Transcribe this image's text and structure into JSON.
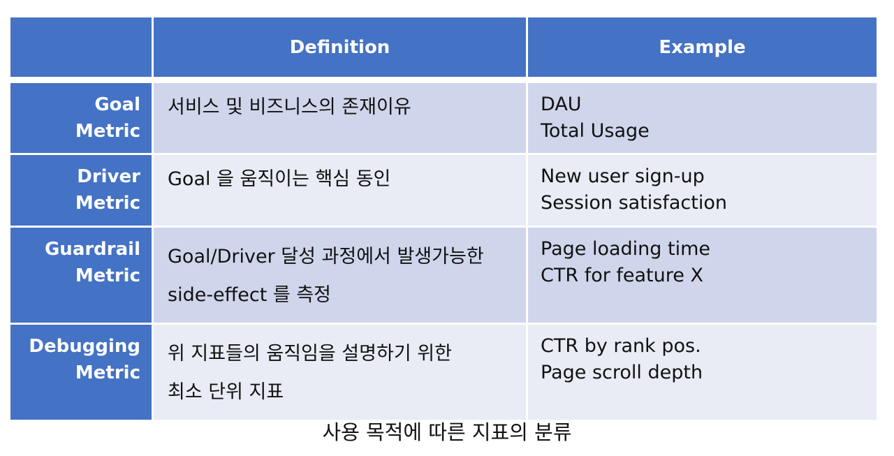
{
  "table": {
    "headers": [
      "",
      "Definition",
      "Example"
    ],
    "rows": [
      {
        "metric": "Goal\nMetric",
        "definition": "서비스 및 비즈니스의 존재이유",
        "example": "DAU\nTotal Usage"
      },
      {
        "metric": "Driver\nMetric",
        "definition": "Goal 을 움직이는 핵심 동인",
        "example": "New user sign-up\nSession satisfaction"
      },
      {
        "metric": "Guardrail\nMetric",
        "definition": "Goal/Driver 달성 과정에서 발생가능한\nside-effect 를 측정",
        "example": "Page loading time\nCTR for feature X"
      },
      {
        "metric": "Debugging\nMetric",
        "definition": "위 지표들의 움직임을 설명하기 위한\n최소 단위 지표",
        "example": "CTR by rank pos.\nPage scroll depth"
      }
    ]
  },
  "caption": "사용 목적에 따른 지표의 분류",
  "colors": {
    "header_blue": "#4472c4",
    "row_dark": "#cfd5ea",
    "row_light": "#e9ebf5"
  }
}
